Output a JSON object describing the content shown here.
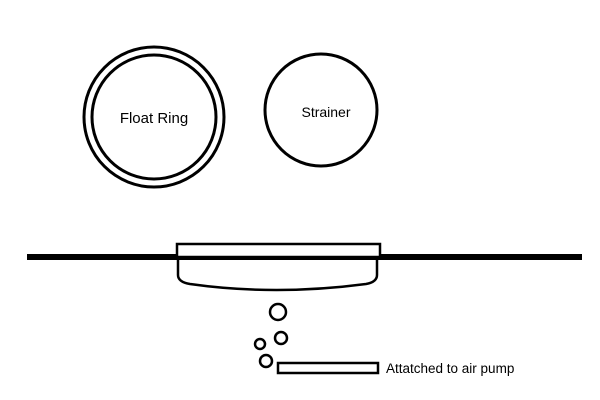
{
  "labels": {
    "float_ring": "Float Ring",
    "strainer": "Strainer",
    "air_pump": "Attatched to air pump"
  },
  "colors": {
    "stroke": "#000000",
    "background": "#ffffff"
  }
}
